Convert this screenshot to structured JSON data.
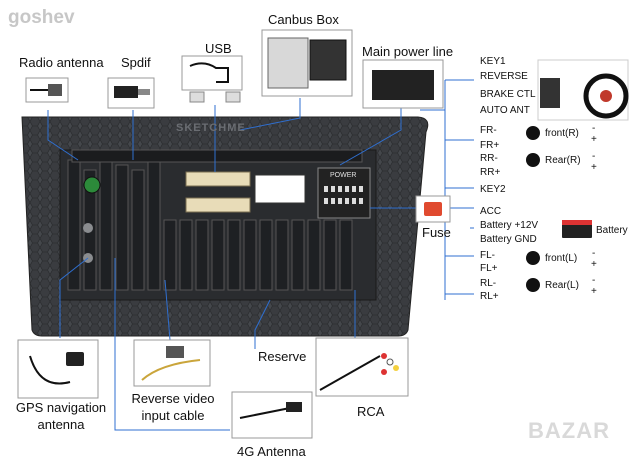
{
  "watermark": {
    "top_left": "goshev",
    "bottom_right": "BAZAR"
  },
  "components": {
    "canbus": "Canbus Box",
    "usb": "USB",
    "radio": "Radio antenna",
    "spdif": "Spdif",
    "main_power": "Main power line",
    "fuse": "Fuse",
    "reserve": "Reserve",
    "gps_line1": "GPS navigation",
    "gps_line2": "antenna",
    "rev_line1": "Reverse video",
    "rev_line2": "input cable",
    "rca": "RCA",
    "antenna4g": "4G Antenna",
    "battery": "Battery"
  },
  "unit_text": {
    "brand": "SKETCHME",
    "power": "POWER"
  },
  "pins": [
    "KEY1",
    "REVERSE",
    "BRAKE CTL",
    "AUTO ANT",
    "FR-",
    "FR+",
    "RR-",
    "RR+",
    "KEY2",
    "ACC",
    "Battery +12V",
    "Battery GND",
    "FL-",
    "FL+",
    "RL-",
    "RL+"
  ],
  "speakers": {
    "front_r": "front(R)",
    "rear_r": "Rear(R)",
    "front_l": "front(L)",
    "rear_l": "Rear(L)"
  },
  "polarity": {
    "minus": "-",
    "plus": "+"
  },
  "colors": {
    "panel": "#3b3d40",
    "line_blue": "#2f6fd0",
    "connector_beige": "#e8dcb8",
    "fuse_red": "#e04a2f"
  }
}
